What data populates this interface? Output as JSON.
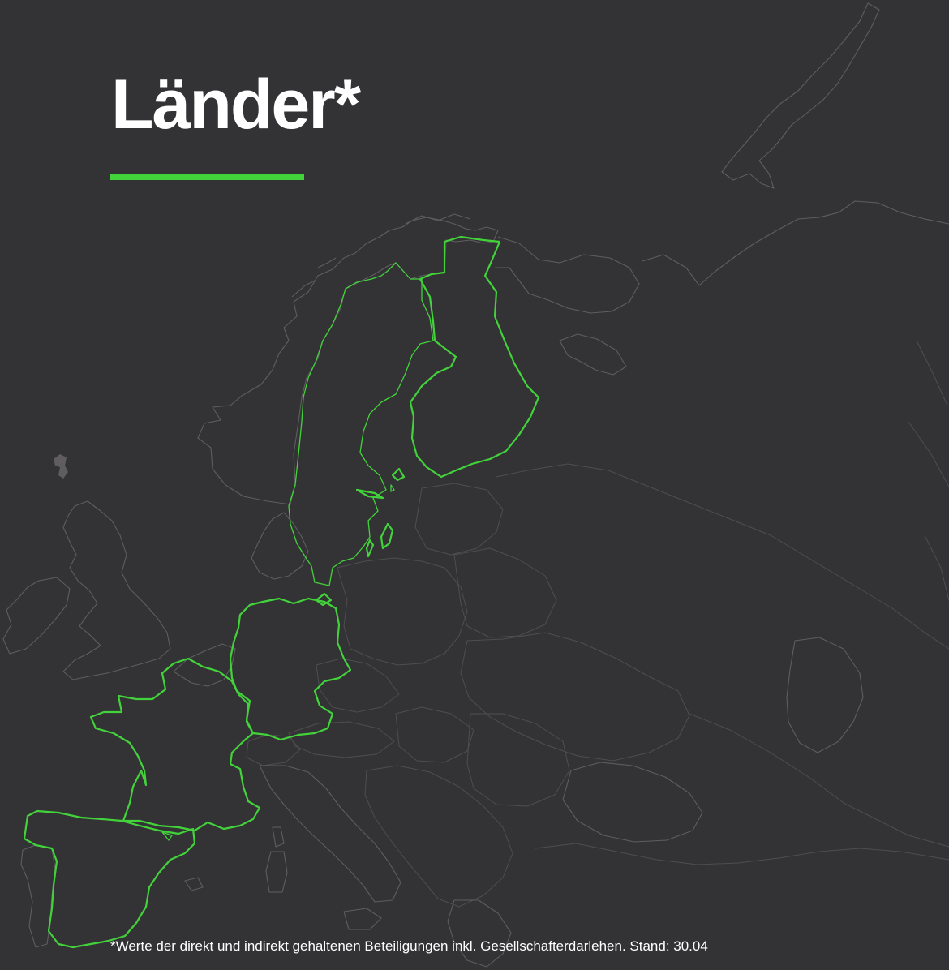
{
  "header": {
    "title": "Länder*"
  },
  "footnote": {
    "text": "*Werte der direkt und indirekt gehaltenen Beteiligungen inkl. Gesellschafterdarlehen. Stand: 30.04"
  },
  "map": {
    "highlighted_countries": [
      "Finland",
      "Sweden",
      "Germany",
      "France",
      "Spain"
    ],
    "style": {
      "background": "#333234",
      "outline": "#5f5d60",
      "highlight": "#42d33b"
    }
  },
  "colors": {
    "accent": "#42d33b",
    "text": "#ffffff"
  }
}
